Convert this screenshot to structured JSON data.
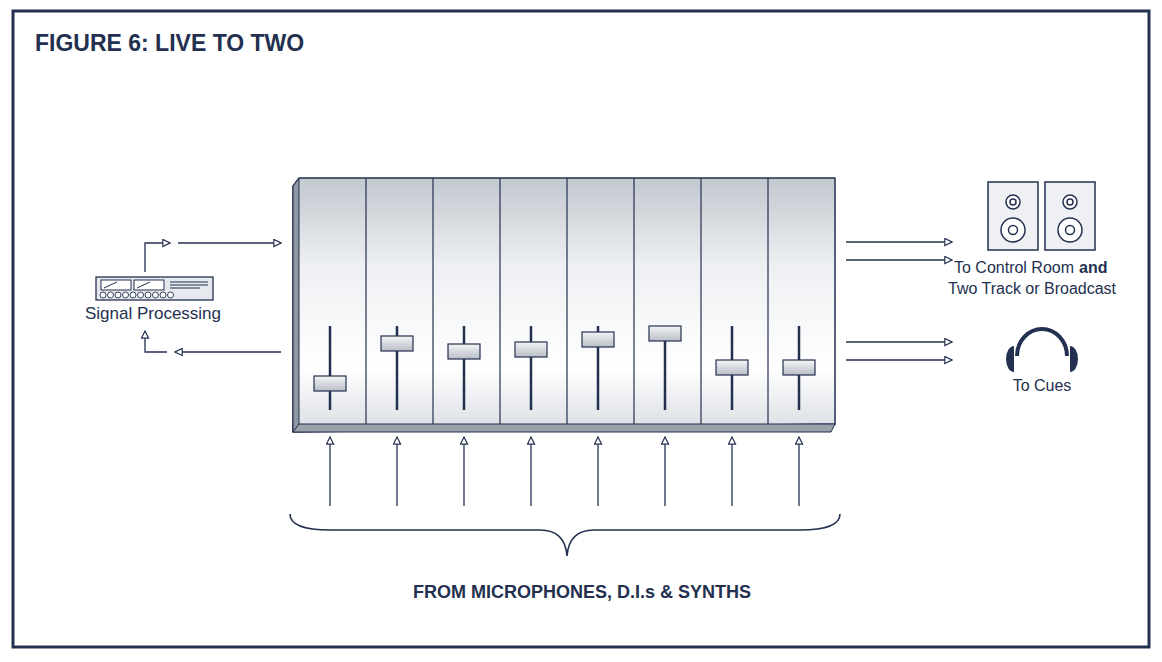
{
  "diagram": {
    "title": "FIGURE 6: LIVE TO TWO",
    "labels": [
      "Signal Processing",
      "To Control Room",
      "and",
      "Two Track or Broadcast",
      "To Cues",
      "FROM MICROPHONES, D.I.s & SYNTHS"
    ]
  }
}
